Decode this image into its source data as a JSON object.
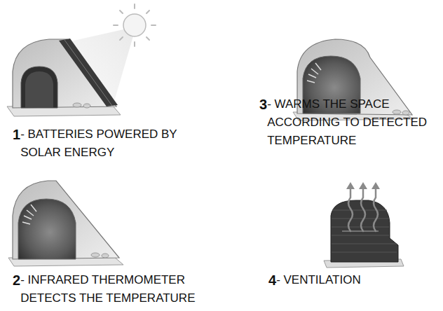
{
  "diagram": {
    "labels": [
      "1",
      "- BATTERIES POWERED BY SOLAR ENERGY",
      "3",
      "- WARMS THE SPACE ACCORDING TO DETECTED TEMPERATURE",
      "2",
      "- INFRARED THERMOMETER DETECTS THE TEMPERATURE",
      "4",
      "- VENTILATION"
    ]
  }
}
